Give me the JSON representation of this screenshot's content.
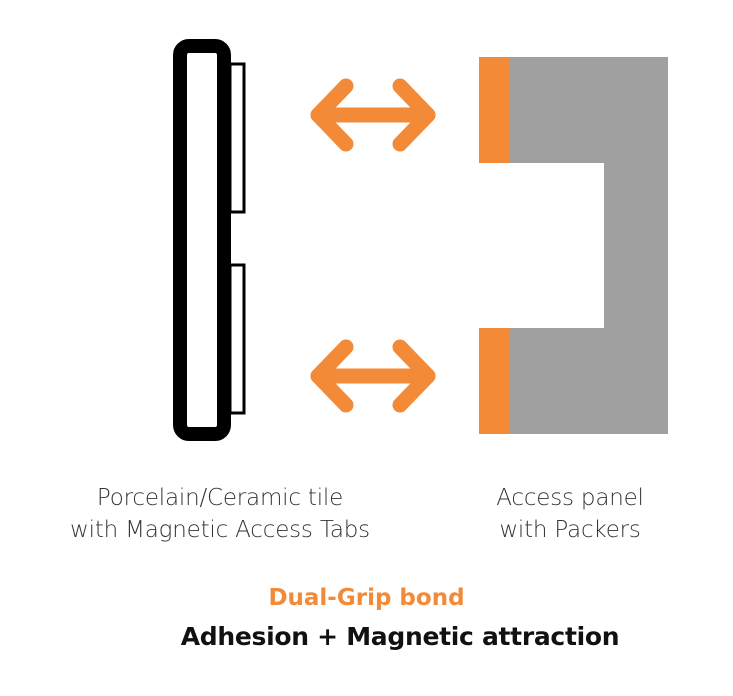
{
  "colors": {
    "accent_orange": "#f28a38",
    "panel_grey": "#a0a0a0",
    "tile_black": "#000000",
    "text_dark": "#111111"
  },
  "tile": {
    "caption_line1": "Porcelain/Ceramic tile",
    "caption_line2": "with Magnetic Access Tabs"
  },
  "panel": {
    "caption_line1": "Access panel",
    "caption_line2": "with Packers"
  },
  "bond": {
    "title": "Dual-Grip bond",
    "subtitle": "Adhesion + Magnetic attraction"
  },
  "icons": {
    "arrows": [
      "double-arrow-icon",
      "double-arrow-icon"
    ]
  }
}
